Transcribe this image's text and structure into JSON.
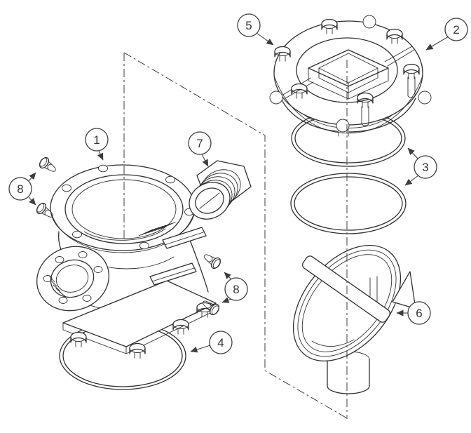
{
  "figure": {
    "type": "exploded-assembly-diagram",
    "background_color": "#ffffff",
    "line_color": "#2f2f2f",
    "leader_color": "#3d3d3d",
    "text_color": "#333333",
    "callouts": [
      {
        "label": "1"
      },
      {
        "label": "2"
      },
      {
        "label": "3"
      },
      {
        "label": "4"
      },
      {
        "label": "5"
      },
      {
        "label": "6"
      },
      {
        "label": "7"
      },
      {
        "label": "8"
      },
      {
        "label": "8"
      }
    ]
  }
}
